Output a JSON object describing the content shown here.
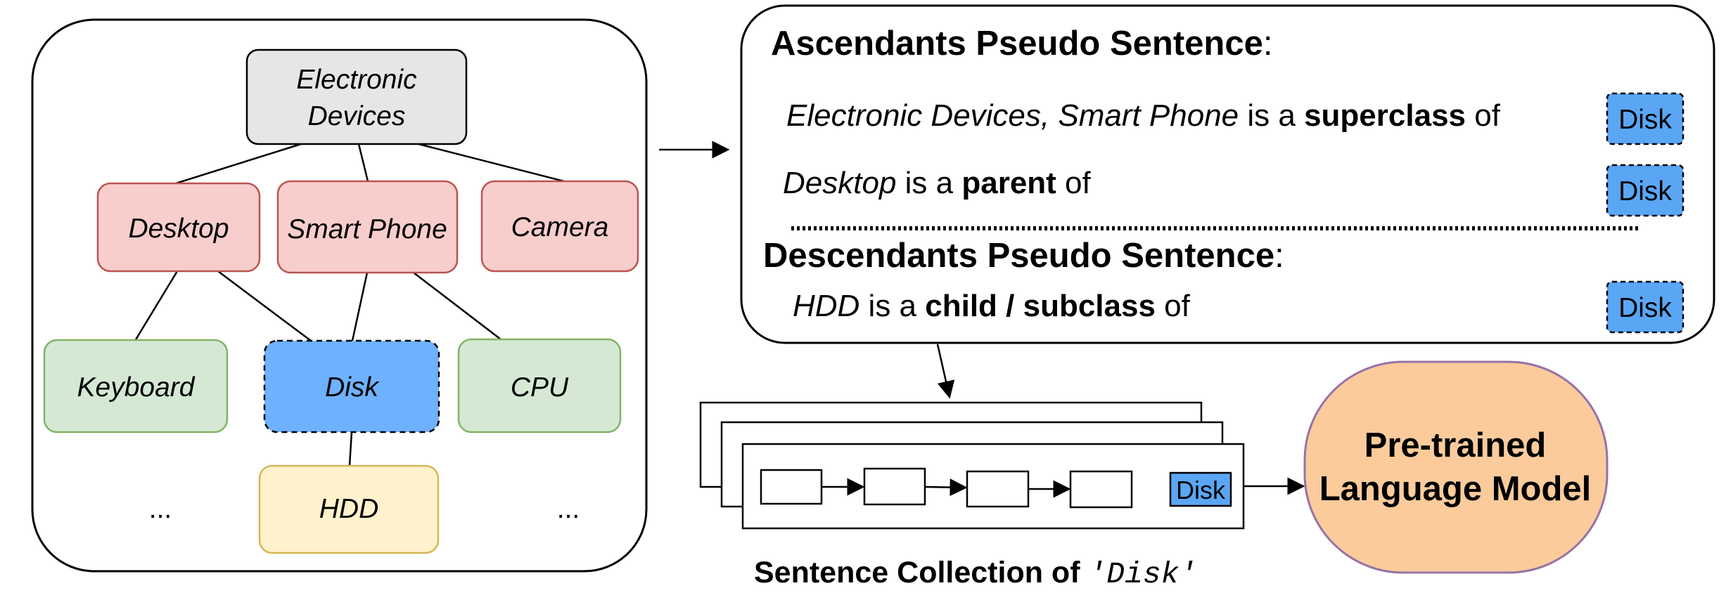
{
  "tree": {
    "root": "Electronic Devices",
    "root_lines": [
      "Electronic",
      "Devices"
    ],
    "level1": [
      "Desktop",
      "Smart Phone",
      "Camera"
    ],
    "level2": [
      "Keyboard",
      "Disk",
      "CPU"
    ],
    "level3": "HDD",
    "ellipsis_left": "...",
    "ellipsis_right": "..."
  },
  "ascendants": {
    "heading": "Ascendants Pseudo Sentence",
    "heading_colon": ":",
    "line1": {
      "subject": "Electronic Devices, Smart Phone",
      "is_a": " is a ",
      "relation": "superclass",
      "of": " of"
    },
    "line2": {
      "subject": "Desktop",
      "is_a": " is a ",
      "relation": "parent",
      "of": " of"
    }
  },
  "descendants": {
    "heading": "Descendants Pseudo Sentence",
    "heading_colon": ":",
    "line1": {
      "subject": "HDD",
      "is_a": " is a ",
      "relation": "child / subclass",
      "of": " of"
    }
  },
  "target": "Disk",
  "collection": {
    "caption_prefix": "Sentence Collection of ",
    "caption_term": "'Disk'"
  },
  "model": {
    "line1": "Pre-trained",
    "line2": "Language Model"
  },
  "colors": {
    "root_fill": "#e6e6e6",
    "level1_fill": "#f8cecc",
    "level1_stroke": "#b85450",
    "level2_fill": "#d5e8d4",
    "level2_stroke": "#82b366",
    "target_fill": "#6eb1ff",
    "target_small_fill": "#5aa6f5",
    "level3_fill": "#fff2cc",
    "level3_stroke": "#d6b656",
    "model_fill": "#fbcb9c",
    "model_stroke": "#9673a6"
  }
}
